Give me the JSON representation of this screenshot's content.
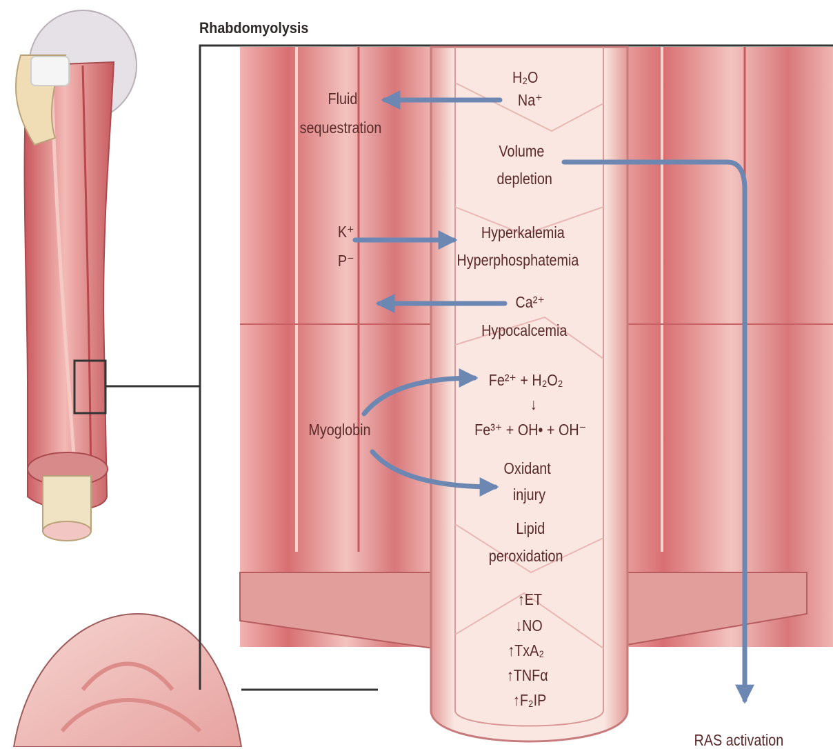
{
  "title": "Rhabdomyolysis",
  "nodes": {
    "h2o": "H₂O",
    "na": "Na⁺",
    "fluid": "Fluid",
    "sequestration": "sequestration",
    "volume": "Volume",
    "depletion": "depletion",
    "k": "K⁺",
    "p": "P⁻",
    "hyperkalemia": "Hyperkalemia",
    "hyperphosphatemia": "Hyperphosphatemia",
    "ca": "Ca²⁺",
    "hypocalcemia": "Hypocalcemia",
    "fe2": "Fe²⁺ + H₂O₂",
    "down_arrow": "↓",
    "fe3": "Fe³⁺ + OH• + OH⁻",
    "myoglobin": "Myoglobin",
    "oxidant": "Oxidant",
    "injury": "injury",
    "lipid": "Lipid",
    "peroxidation": "peroxidation",
    "et": "↑ET",
    "no": "↓NO",
    "txa2": "↑TxA₂",
    "tnf": "↑TNFα",
    "f2ip": "↑F₂IP",
    "ras": "RAS activation"
  },
  "colors": {
    "muscle": "#d9777a",
    "muscle_light": "#f4c2bf",
    "vessel": "#f6dcd6",
    "arrow": "#6d87b3",
    "frame": "#333333",
    "bone": "#efe3c3"
  }
}
